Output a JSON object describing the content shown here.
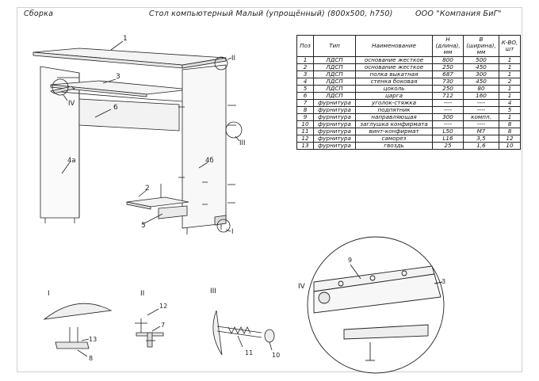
{
  "header": {
    "left": "Сборка",
    "center": "Стол компьютерный Малый (упрощённый)  (800х500, h750)",
    "right": "ООО \"Компания БиГ\""
  },
  "table": {
    "headers": [
      "Поз",
      "Тип",
      "Наименование",
      "H (длина), мм",
      "B (ширина), мм",
      "К-ВО, шт"
    ],
    "rows": [
      [
        "1",
        "ЛДСП",
        "основание жесткое",
        "800",
        "500",
        "1"
      ],
      [
        "2",
        "ЛДСП",
        "основание жесткое",
        "250",
        "450",
        "1"
      ],
      [
        "3",
        "ЛДСП",
        "полка выкатная",
        "687",
        "300",
        "1"
      ],
      [
        "4",
        "ЛДСП",
        "стенка боковая",
        "730",
        "450",
        "2"
      ],
      [
        "5",
        "ЛДСП",
        "цоколь",
        "250",
        "80",
        "1"
      ],
      [
        "6",
        "ЛДСП",
        "царга",
        "712",
        "160",
        "1"
      ],
      [
        "7",
        "фурнитура",
        "уголок-стяжка",
        "----",
        "----",
        "4"
      ],
      [
        "8",
        "фурнитура",
        "подпятник",
        "----",
        "----",
        "5"
      ],
      [
        "9",
        "фурнитура",
        "направляющая",
        "300",
        "компл.",
        "1"
      ],
      [
        "10",
        "фурнитура",
        "заглушка конфирмата",
        "----",
        "----",
        "8"
      ],
      [
        "11",
        "фурнитура",
        "винт-конфирмат",
        "L50",
        "М7",
        "8"
      ],
      [
        "12",
        "фурнитура",
        "саморез",
        "L16",
        "3,5",
        "12"
      ],
      [
        "13",
        "фурнитура",
        "гвоздь",
        "25",
        "1,6",
        "10"
      ]
    ]
  },
  "labels": {
    "p1": "1",
    "p2": "2",
    "p3": "3",
    "p4a": "4а",
    "p4b": "4б",
    "p5": "5",
    "p6": "6",
    "c1": "I",
    "c2": "II",
    "c3": "III",
    "c4": "IV",
    "d1_13": "13",
    "d1_8": "8",
    "d2_12": "12",
    "d2_7": "7",
    "d3_11": "11",
    "d3_10": "10",
    "d4_9": "9",
    "d4_3": "3",
    "v1": "I",
    "v2": "II",
    "v3": "III",
    "v4": "IV"
  }
}
